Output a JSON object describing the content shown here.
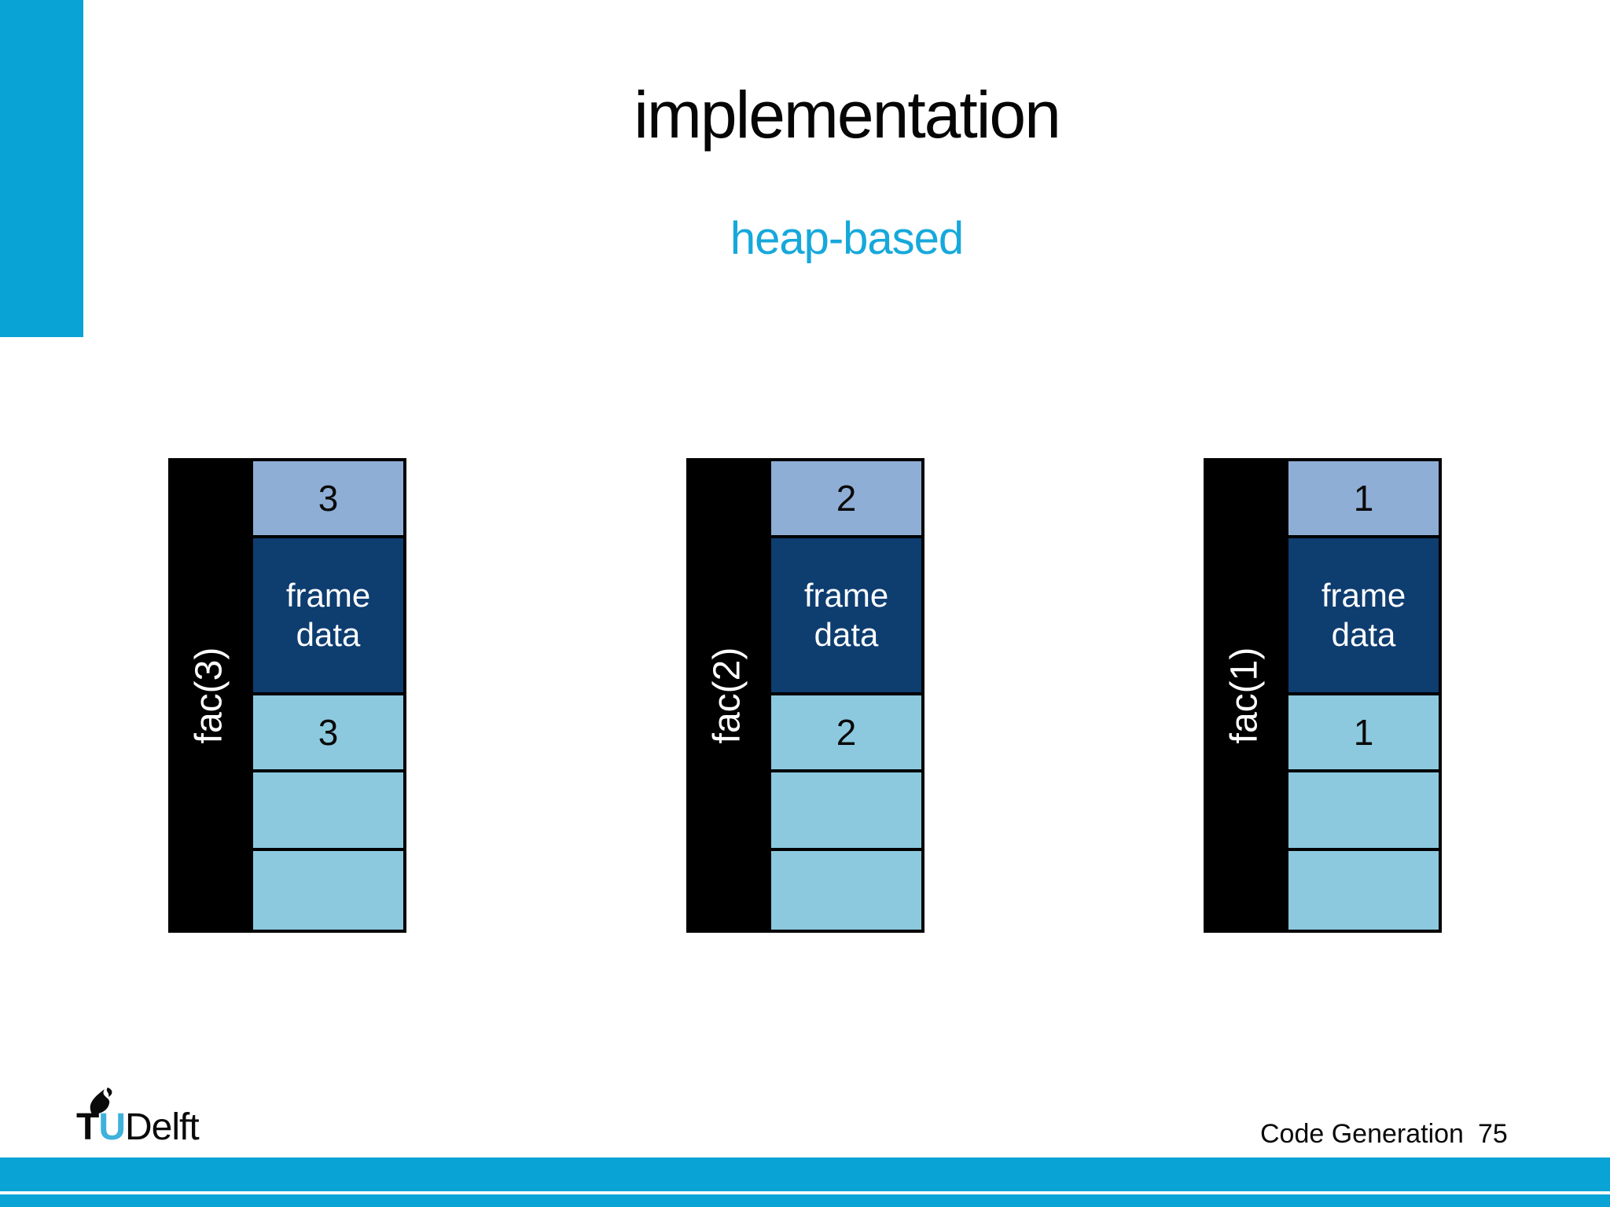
{
  "slide": {
    "title": "implementation",
    "subtitle": "heap-based"
  },
  "frames": [
    {
      "label": "fac(3)",
      "cells": [
        {
          "role": "argument",
          "text": "3"
        },
        {
          "role": "frame-data",
          "text": "frame data"
        },
        {
          "role": "local-value",
          "text": "3"
        },
        {
          "role": "empty",
          "text": ""
        },
        {
          "role": "empty",
          "text": ""
        }
      ]
    },
    {
      "label": "fac(2)",
      "cells": [
        {
          "role": "argument",
          "text": "2"
        },
        {
          "role": "frame-data",
          "text": "frame data"
        },
        {
          "role": "local-value",
          "text": "2"
        },
        {
          "role": "empty",
          "text": ""
        },
        {
          "role": "empty",
          "text": ""
        }
      ]
    },
    {
      "label": "fac(1)",
      "cells": [
        {
          "role": "argument",
          "text": "1"
        },
        {
          "role": "frame-data",
          "text": "frame data"
        },
        {
          "role": "local-value",
          "text": "1"
        },
        {
          "role": "empty",
          "text": ""
        },
        {
          "role": "empty",
          "text": ""
        }
      ]
    }
  ],
  "footer": {
    "course": "Code Generation",
    "page_number": "75",
    "logo": {
      "t": "T",
      "u": "U",
      "delft": "Delft"
    }
  },
  "colors": {
    "accent_cyan": "#0AA3D6",
    "subtitle_cyan": "#16A8DB",
    "cell_argument": "#8FAED6",
    "cell_frame_data": "#0E3D70",
    "cell_value": "#8CC9DF",
    "bar_black": "#000000"
  }
}
